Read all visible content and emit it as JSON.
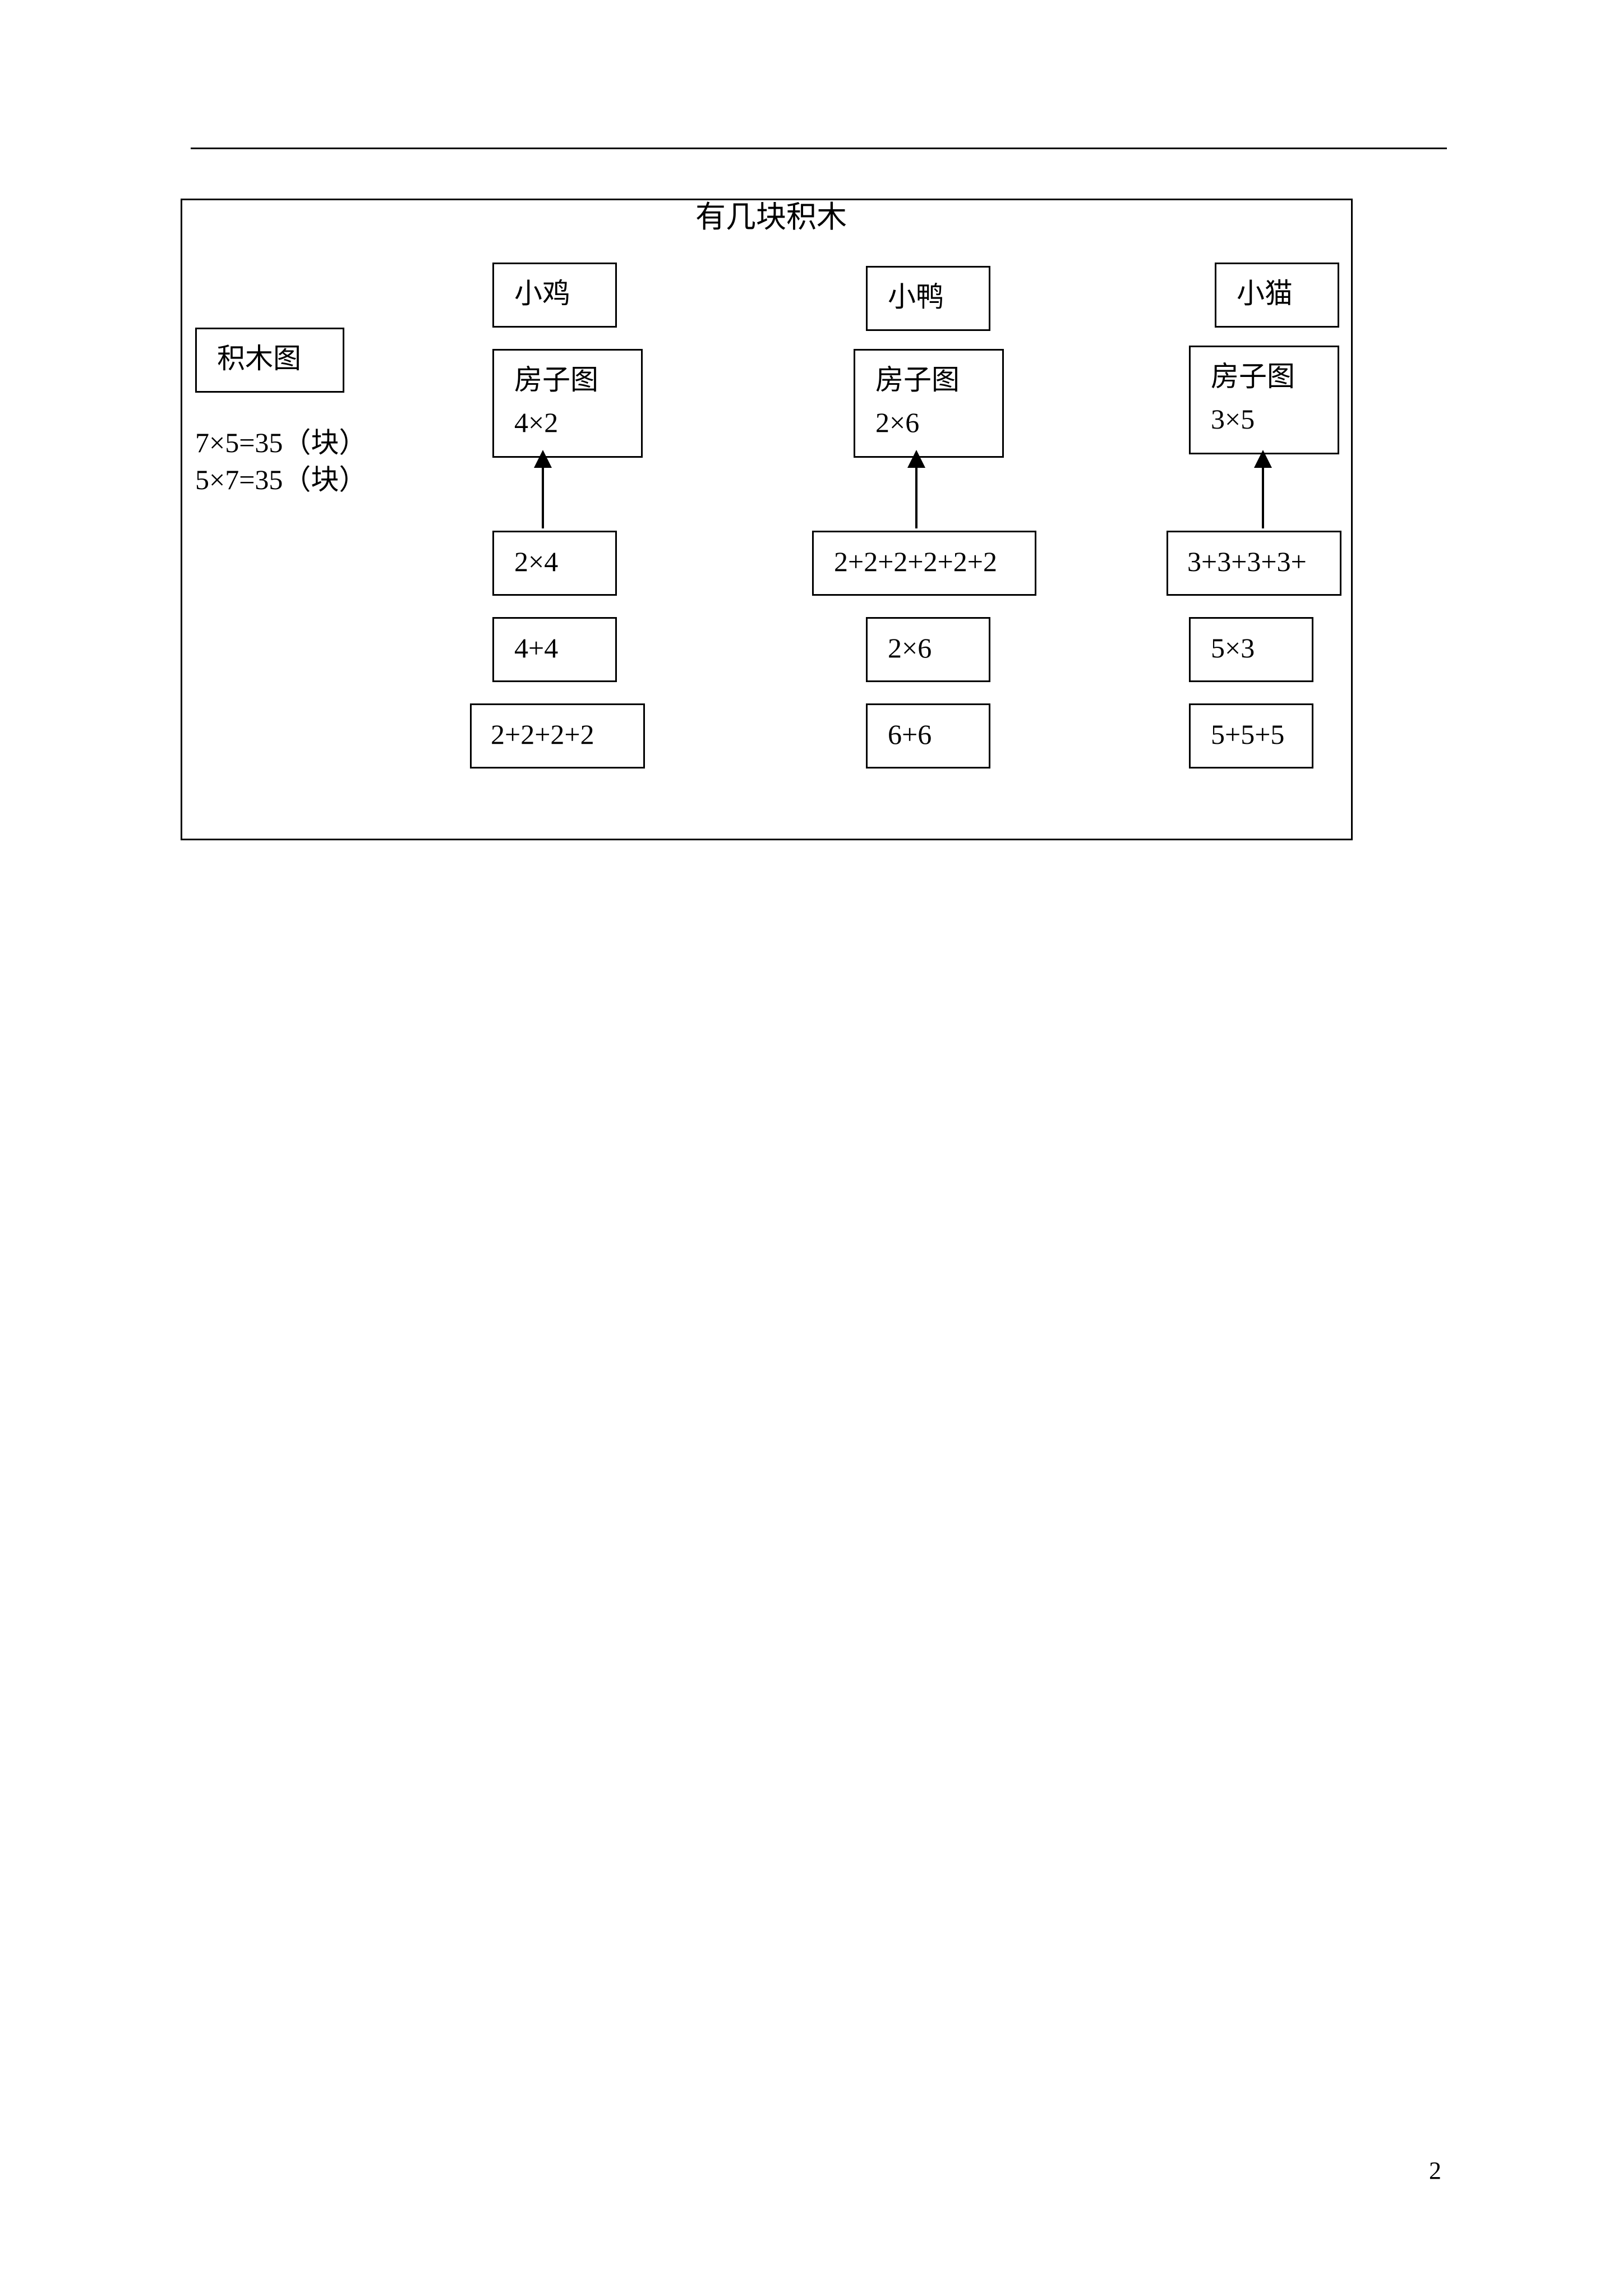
{
  "title": "有几块积木",
  "left": {
    "label": "积木图",
    "notes": [
      "7×5=35（块）",
      "5×7=35（块）"
    ]
  },
  "columns": [
    {
      "animal": "小鸡",
      "house_label": "房子图",
      "house_expr": "4×2",
      "steps": [
        "2×4",
        "4+4",
        "2+2+2+2"
      ]
    },
    {
      "animal": "小鸭",
      "house_label": "房子图",
      "house_expr": "2×6",
      "steps": [
        "2+2+2+2+2+2",
        "2×6",
        "6+6"
      ]
    },
    {
      "animal": "小猫",
      "house_label": "房子图",
      "house_expr": "3×5",
      "steps": [
        "3+3+3+3+",
        "5×3",
        "5+5+5"
      ]
    }
  ],
  "page_number": "2"
}
